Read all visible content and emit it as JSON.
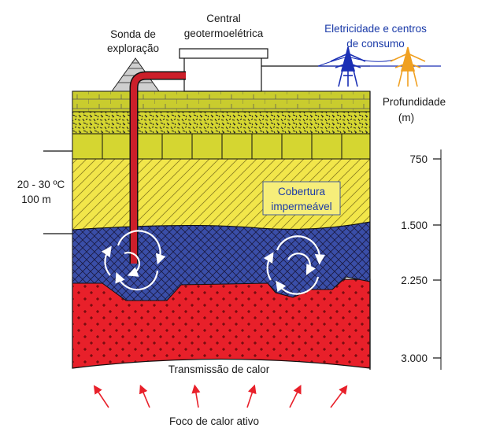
{
  "labels": {
    "probe": [
      "Sonda de",
      "exploração"
    ],
    "plant": [
      "Central",
      "geotermoelétrica"
    ],
    "electricity": [
      "Eletricidade e centros",
      "de consumo"
    ],
    "depth_title": [
      "Profundidade",
      "(m)"
    ],
    "temperature": [
      "20 - 30 ºC",
      "100 m"
    ],
    "cover": [
      "Cobertura",
      "impermeável"
    ],
    "heat_transmission": "Transmissão de calor",
    "heat_focus": "Foco de calor ativo"
  },
  "depth_ticks": [
    "750",
    "1.500",
    "2.250",
    "3.000"
  ],
  "colors": {
    "topsoil": "#c9cc2e",
    "gravel": "#d5d631",
    "cover": "#f2e64a",
    "reservoir": "#3a4ea8",
    "hot_rock": "#e8202a",
    "pipe": "#cc1f2a",
    "tower_blue": "#1a2fb5",
    "tower_orange": "#f0a020",
    "heat_arrow": "#e8202a"
  }
}
